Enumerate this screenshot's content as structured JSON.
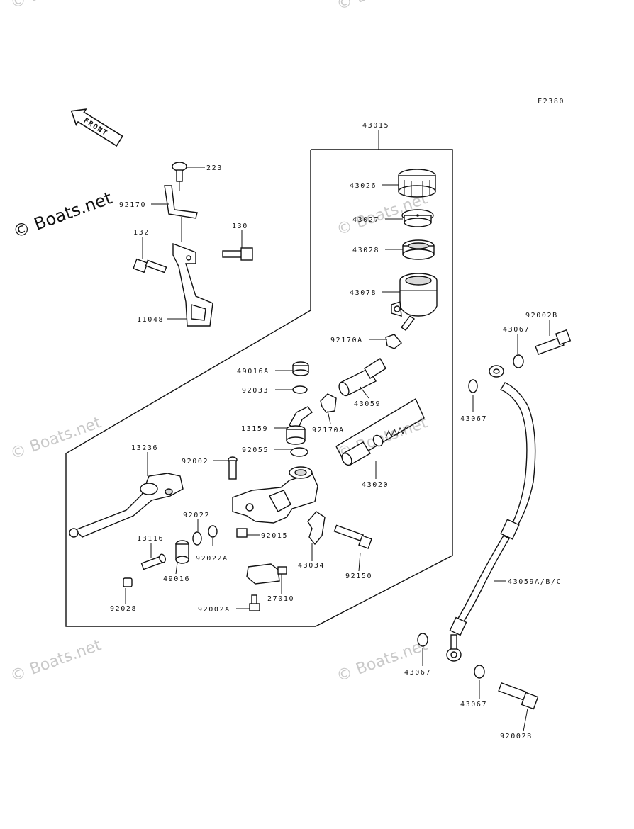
{
  "figure_code": "F2380",
  "front_label": "FRONT",
  "watermarks": {
    "main": "© Boats.net",
    "faint": "© Boats.net"
  },
  "parts": {
    "p43015": "43015",
    "p223": "223",
    "p92170": "92170",
    "p130": "130",
    "p132": "132",
    "p11048": "11048",
    "p43026": "43026",
    "p43027": "43027",
    "p43028": "43028",
    "p43078": "43078",
    "p92170A_1": "92170A",
    "p49016A": "49016A",
    "p92033": "92033",
    "p43059": "43059",
    "p13159": "13159",
    "p92170A_2": "92170A",
    "p92055": "92055",
    "p43020": "43020",
    "p13236": "13236",
    "p92002": "92002",
    "p92022": "92022",
    "p92015": "92015",
    "p92022A": "92022A",
    "p13116": "13116",
    "p49016": "49016",
    "p43034": "43034",
    "p92150": "92150",
    "p27010": "27010",
    "p92028": "92028",
    "p92002A": "92002A",
    "p92002B_1": "92002B",
    "p43067_1": "43067",
    "p43067_2": "43067",
    "p43059ABC": "43059A/B/C",
    "p43067_3": "43067",
    "p43067_4": "43067",
    "p92002B_2": "92002B"
  }
}
